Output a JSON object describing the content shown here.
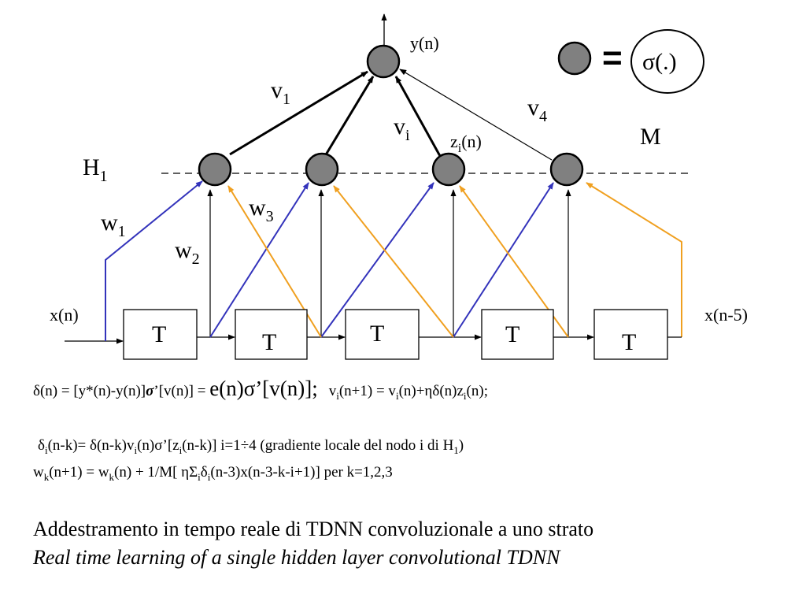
{
  "labels": {
    "output": "y(n)",
    "v1": "v",
    "v1_sub": "1",
    "vi": "v",
    "vi_sub": "i",
    "v4": "v",
    "v4_sub": "4",
    "zi": "z",
    "zi_sub": "i",
    "zi_tail": "(n)",
    "M": "M",
    "H1": "H",
    "H1_sub": "1",
    "w1": "w",
    "w1_sub": "1",
    "w2": "w",
    "w2_sub": "2",
    "w3": "w",
    "w3_sub": "3",
    "input": "x(n)",
    "last_tap": "x(n-5)",
    "delay": "T",
    "legend_eq": "=",
    "legend_sigma": "σ(.)"
  },
  "equations": {
    "eq1_a": "δ(n) = [y*(n)-y(n)]",
    "eq1_sigma": "σ",
    "eq1_b": "’[v(n)] = ",
    "eq1_c": "e(n)σ’[v(n)];",
    "eq1_d1": "v",
    "eq1_d1_sub": "i",
    "eq1_d2": "(n+1) = v",
    "eq1_d2_sub": "i",
    "eq1_d3": "(n)+ηδ(n)z",
    "eq1_d3_sub": "i",
    "eq1_d4": "(n);",
    "eq2_a": "δ",
    "eq2_a_sub": "i",
    "eq2_b": "(n-k)= δ(n-k)v",
    "eq2_b_sub": "i",
    "eq2_c": "(n)σ’[z",
    "eq2_c_sub": "i",
    "eq2_d": "(n-k)]  i=1÷4 (gradiente locale del nodo i di H",
    "eq2_d_sub": "1",
    "eq2_e": ")",
    "eq3_a": "w",
    "eq3_a_sub": "k",
    "eq3_b": "(n+1) = w",
    "eq3_b_sub": "k",
    "eq3_c": "(n) + 1/M[ ηΣ",
    "eq3_c_sub": "i",
    "eq3_d": "δ",
    "eq3_d_sub": "i",
    "eq3_e": "(n-3)x(n-3-k-i+1)] per k=1,2,3"
  },
  "caption": {
    "italian": "Addestramento in tempo reale di TDNN convoluzionale a uno strato",
    "english": "Real time learning of a single hidden layer convolutional TDNN"
  },
  "colors": {
    "node_fill": "#808080",
    "blue_weight": "#3333bb",
    "orange_weight": "#f0a020",
    "line": "#000000"
  }
}
